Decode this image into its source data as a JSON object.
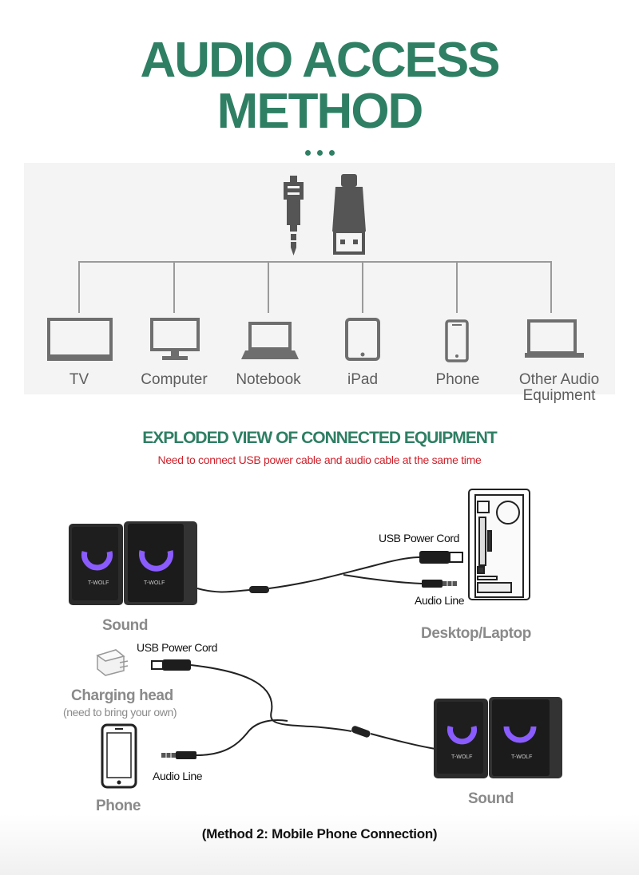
{
  "header": {
    "title_line1": "AUDIO ACCESS",
    "title_line2": "METHOD"
  },
  "devices": [
    {
      "label": "TV",
      "icon": "tv-icon"
    },
    {
      "label": "Computer",
      "icon": "monitor-icon"
    },
    {
      "label": "Notebook",
      "icon": "laptop-icon"
    },
    {
      "label": "iPad",
      "icon": "tablet-icon"
    },
    {
      "label": "Phone",
      "icon": "phone-icon"
    },
    {
      "label": "Other Audio Equipment",
      "icon": "laptop-icon"
    }
  ],
  "exploded": {
    "title": "EXPLODED VIEW OF CONNECTED EQUIPMENT",
    "subtitle": "Need to connect USB power cable and audio cable at the same time"
  },
  "method1": {
    "speaker_label": "Sound",
    "pc_label": "Desktop/Laptop",
    "usb_label": "USB Power Cord",
    "audio_label": "Audio Line",
    "brand": "T-WOLF"
  },
  "method2": {
    "usb_label": "USB Power Cord",
    "charger_label": "Charging head",
    "charger_note": "(need to bring your own)",
    "phone_label": "Phone",
    "audio_label": "Audio Line",
    "speaker_label": "Sound",
    "caption": "(Method 2: Mobile Phone Connection)"
  },
  "colors": {
    "accent_green": "#2e7f63",
    "warning_red": "#d0202a",
    "speaker_glow": "#8a5cff"
  }
}
